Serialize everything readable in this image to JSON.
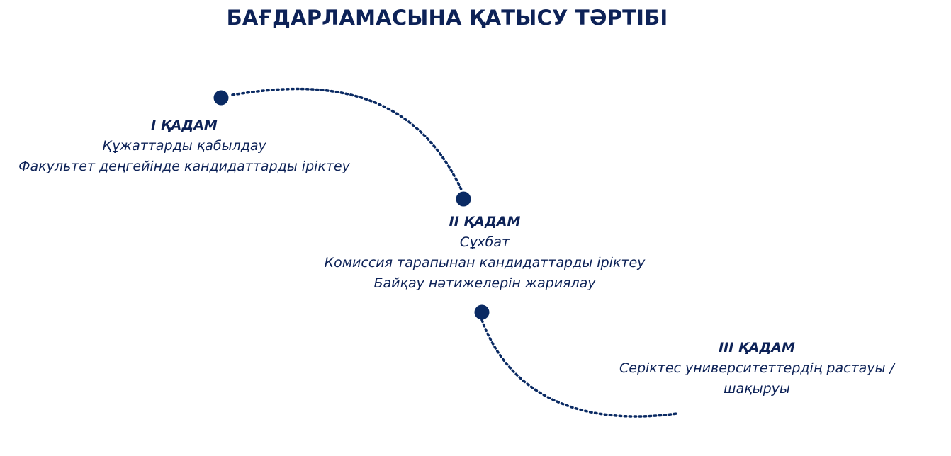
{
  "title": "БАҒДАРЛАМАСЫНА ҚАТЫСУ ТӘРТІБІ",
  "colors": {
    "primary": "#0d2257",
    "dot": "#0a2a63",
    "background": "#ffffff"
  },
  "steps": [
    {
      "heading": "І ҚАДАМ",
      "lines": [
        "Құжаттарды қабылдау",
        "Факультет деңгейінде кандидаттарды іріктеу"
      ]
    },
    {
      "heading": "ІІ ҚАДАМ",
      "lines": [
        "Сұхбат",
        "Комиссия тарапынан кандидаттарды іріктеу",
        "Байқау нәтижелерін жариялау"
      ]
    },
    {
      "heading": "ІІІ ҚАДАМ",
      "lines": [
        "Серіктес университеттердің растауы / шақыруы"
      ]
    }
  ]
}
